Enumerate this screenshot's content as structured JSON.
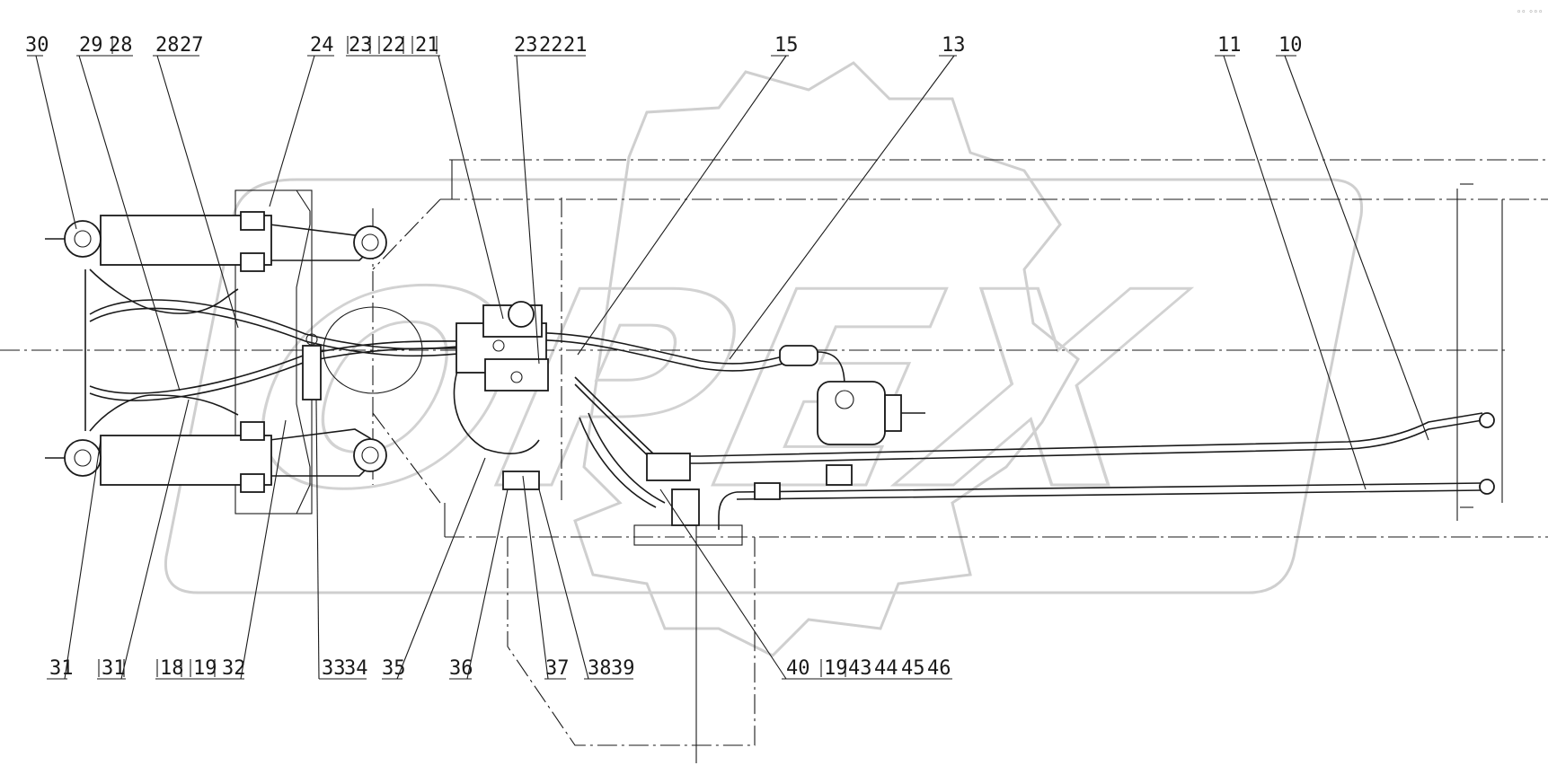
{
  "watermark": {
    "text": "OPEX"
  },
  "corner_mark": "◦◦ ◦◦◦",
  "callouts": {
    "top": [
      "30",
      "29",
      "28",
      "28",
      "27",
      "24",
      "23",
      "22",
      "21",
      "23",
      "22",
      "21",
      "15",
      "13",
      "11",
      "10"
    ],
    "bottom": [
      "31",
      "31",
      "18",
      "19",
      "32",
      "33",
      "34",
      "35",
      "36",
      "37",
      "38",
      "39",
      "40",
      "19",
      "43",
      "44",
      "45",
      "46"
    ]
  },
  "colors": {
    "line": "#1a1a1a",
    "watermark": "#cfcfcf",
    "background": "#ffffff"
  }
}
